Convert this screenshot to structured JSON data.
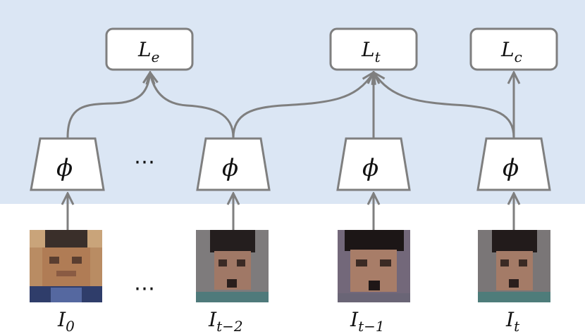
{
  "losses": [
    {
      "main": "L",
      "sub": "e"
    },
    {
      "main": "L",
      "sub": "t"
    },
    {
      "main": "L",
      "sub": "c"
    }
  ],
  "encoder_symbol": "ϕ",
  "ellipsis": "⋯",
  "frames": [
    {
      "main": "I",
      "sub": "0",
      "face": "pixelated-face-1"
    },
    {
      "main": "I",
      "sub": "t−2",
      "face": "pixelated-face-2"
    },
    {
      "main": "I",
      "sub": "t−1",
      "face": "pixelated-face-3"
    },
    {
      "main": "I",
      "sub": "t",
      "face": "pixelated-face-4"
    }
  ],
  "colors": {
    "top_background": "#dbe6f4",
    "stroke": "#7f7f7f"
  }
}
